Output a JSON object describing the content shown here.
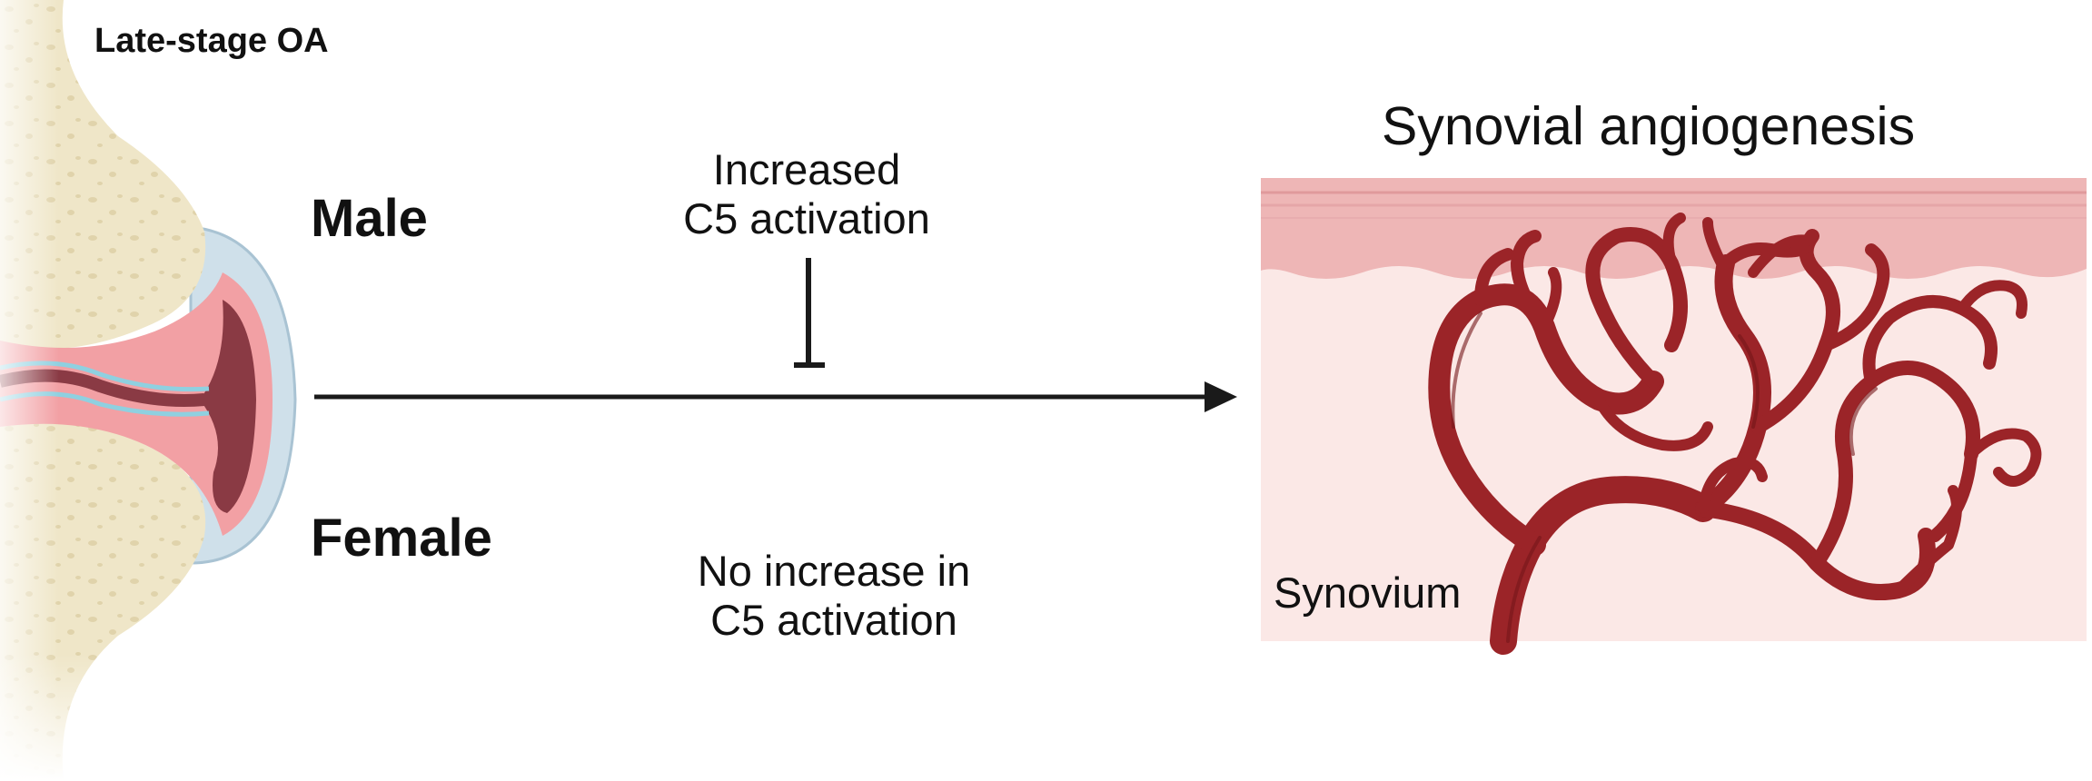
{
  "joint": {
    "stage_label": "Late-stage OA"
  },
  "groups": {
    "male_label": "Male",
    "female_label": "Female"
  },
  "pathway": {
    "male_effect_line1": "Increased",
    "male_effect_line2": "C5 activation",
    "female_effect_line1": "No increase in",
    "female_effect_line2": "C5 activation"
  },
  "outcome": {
    "title": "Synovial angiogenesis",
    "tissue_label": "Synovium"
  },
  "colors": {
    "bone": "#efe6c8",
    "bone_pore": "#e0d3ab",
    "cartilage": "#f2a0a4",
    "capsule": "#cfe0ea",
    "synovium_top": "#eeb6b6",
    "synovium_body": "#fbe8e6",
    "vessel": "#9b2428",
    "vessel_dark": "#741619",
    "arrow": "#1a1a1a"
  }
}
